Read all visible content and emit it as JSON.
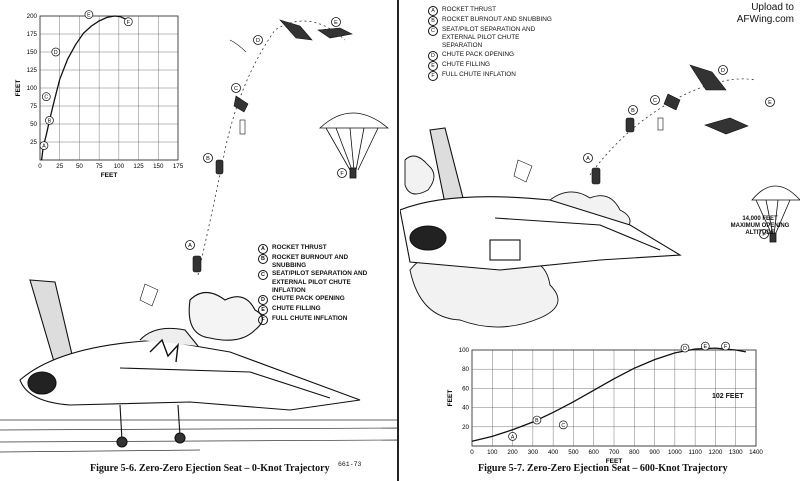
{
  "watermark": {
    "line1": "Upload to",
    "line2": "AFWing.com"
  },
  "figure_left": {
    "caption": "Figure 5-6.  Zero-Zero Ejection Seat – 0-Knot Trajectory",
    "ref": "661-73",
    "legend": [
      {
        "key": "A",
        "text": "ROCKET THRUST"
      },
      {
        "key": "B",
        "text": "ROCKET BURNOUT AND SNUBBING"
      },
      {
        "key": "C",
        "text": "SEAT/PILOT SEPARATION AND EXTERNAL PILOT CHUTE INFLATION"
      },
      {
        "key": "D",
        "text": "CHUTE PACK OPENING"
      },
      {
        "key": "E",
        "text": "CHUTE FILLING"
      },
      {
        "key": "F",
        "text": "FULL CHUTE INFLATION"
      }
    ]
  },
  "figure_right": {
    "caption": "Figure 5-7.  Zero-Zero Ejection Seat – 600-Knot Trajectory",
    "altitude_note": "14,000 FEET MAXIMUM OPENING ALTITUDE",
    "peak_label": "102 FEET",
    "legend": [
      {
        "key": "A",
        "text": "ROCKET THRUST"
      },
      {
        "key": "B",
        "text": "ROCKET BURNOUT AND SNUBBING"
      },
      {
        "key": "C",
        "text": "SEAT/PILOT SEPARATION AND EXTERNAL PILOT CHUTE SEPARATION"
      },
      {
        "key": "D",
        "text": "CHUTE PACK OPENING"
      },
      {
        "key": "E",
        "text": "CHUTE FILLING"
      },
      {
        "key": "F",
        "text": "FULL CHUTE INFLATION"
      }
    ]
  },
  "chart_data": [
    {
      "type": "line",
      "xlabel": "FEET",
      "ylabel": "FEET",
      "xlim": [
        0,
        175
      ],
      "ylim": [
        0,
        200
      ],
      "x_ticks": [
        "0",
        "25",
        "50",
        "75",
        "100",
        "125",
        "150",
        "175"
      ],
      "y_ticks": [
        "25",
        "50",
        "75",
        "100",
        "125",
        "150",
        "175",
        "200"
      ],
      "grid": true,
      "x": [
        2,
        4,
        8,
        12,
        18,
        25,
        35,
        45,
        55,
        65,
        75,
        85,
        95,
        102,
        108,
        112
      ],
      "y": [
        0,
        18,
        35,
        55,
        82,
        112,
        140,
        160,
        176,
        186,
        193,
        198,
        200,
        199,
        196,
        192
      ],
      "points": [
        {
          "key": "A",
          "x": 5,
          "y": 20
        },
        {
          "key": "B",
          "x": 12,
          "y": 55
        },
        {
          "key": "C",
          "x": 8,
          "y": 88
        },
        {
          "key": "D",
          "x": 20,
          "y": 150
        },
        {
          "key": "E",
          "x": 62,
          "y": 202
        },
        {
          "key": "F",
          "x": 112,
          "y": 192
        }
      ]
    },
    {
      "type": "line",
      "xlabel": "FEET",
      "ylabel": "FEET",
      "xlim": [
        0,
        1400
      ],
      "ylim": [
        0,
        100
      ],
      "x_ticks": [
        "0",
        "100",
        "200",
        "300",
        "400",
        "500",
        "600",
        "700",
        "800",
        "900",
        "1000",
        "1100",
        "1200",
        "1300",
        "1400"
      ],
      "y_ticks": [
        "20",
        "40",
        "60",
        "80",
        "100"
      ],
      "grid": true,
      "x": [
        0,
        100,
        200,
        300,
        400,
        500,
        600,
        700,
        800,
        900,
        1000,
        1100,
        1200,
        1300,
        1350
      ],
      "y": [
        5,
        10,
        17,
        25,
        35,
        46,
        58,
        70,
        81,
        90,
        97,
        101,
        102,
        100,
        98
      ],
      "points": [
        {
          "key": "A",
          "x": 200,
          "y": 10
        },
        {
          "key": "B",
          "x": 320,
          "y": 27
        },
        {
          "key": "C",
          "x": 450,
          "y": 22
        },
        {
          "key": "D",
          "x": 1050,
          "y": 102
        },
        {
          "key": "E",
          "x": 1150,
          "y": 104
        },
        {
          "key": "F",
          "x": 1250,
          "y": 104
        }
      ]
    }
  ]
}
